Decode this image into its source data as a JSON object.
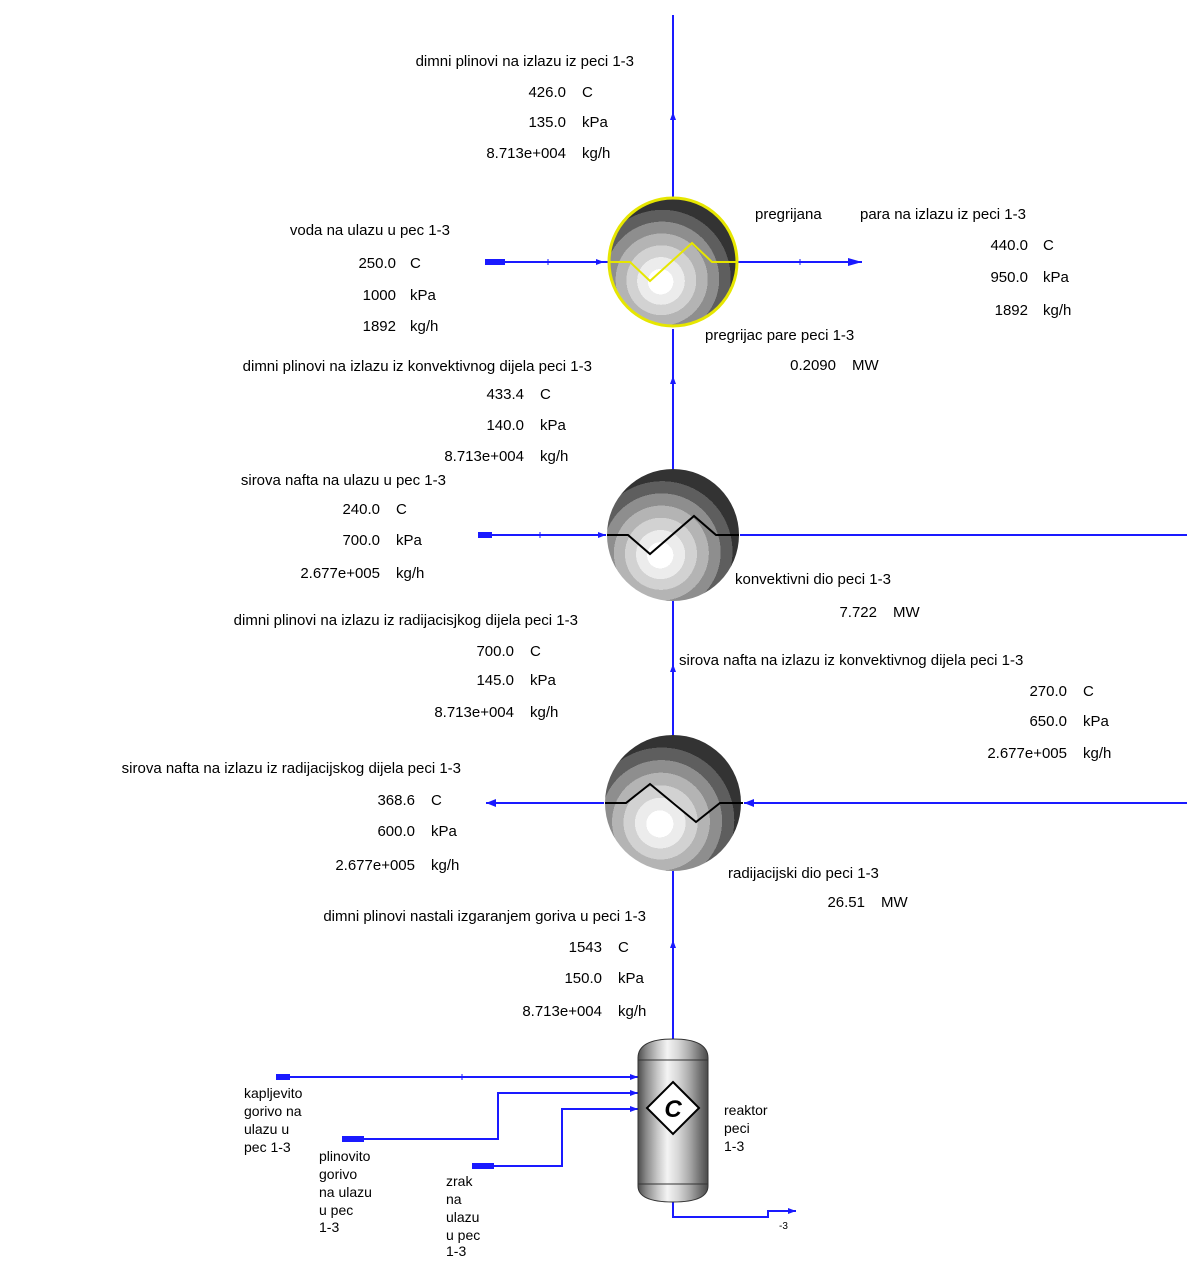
{
  "colors": {
    "stream": "#1a1aff",
    "selected": "#e6e600",
    "coil_dark": "#000000"
  },
  "streams": {
    "flue_out": {
      "name": "dimni plinovi na izlazu iz peci 1-3",
      "T": "426.0",
      "T_unit": "C",
      "P": "135.0",
      "P_unit": "kPa",
      "F": "8.713e+004",
      "F_unit": "kg/h"
    },
    "water_in": {
      "name": "voda na ulazu u pec 1-3",
      "T": "250.0",
      "T_unit": "C",
      "P": "1000",
      "P_unit": "kPa",
      "F": "1892",
      "F_unit": "kg/h"
    },
    "steam_out": {
      "name_a": "pregrijana",
      "name_b": "para na izlazu iz peci 1-3",
      "T": "440.0",
      "T_unit": "C",
      "P": "950.0",
      "P_unit": "kPa",
      "F": "1892",
      "F_unit": "kg/h"
    },
    "flue_conv_out": {
      "name": "dimni plinovi na izlazu iz konvektivnog dijela peci 1-3",
      "T": "433.4",
      "T_unit": "C",
      "P": "140.0",
      "P_unit": "kPa",
      "F": "8.713e+004",
      "F_unit": "kg/h"
    },
    "crude_in": {
      "name": "sirova nafta na ulazu u pec 1-3",
      "T": "240.0",
      "T_unit": "C",
      "P": "700.0",
      "P_unit": "kPa",
      "F": "2.677e+005",
      "F_unit": "kg/h"
    },
    "flue_rad_out": {
      "name": "dimni plinovi na izlazu iz radijacisjkog dijela peci 1-3",
      "T": "700.0",
      "T_unit": "C",
      "P": "145.0",
      "P_unit": "kPa",
      "F": "8.713e+004",
      "F_unit": "kg/h"
    },
    "crude_conv_out": {
      "name": "sirova nafta na izlazu iz konvektivnog dijela peci 1-3",
      "T": "270.0",
      "T_unit": "C",
      "P": "650.0",
      "P_unit": "kPa",
      "F": "2.677e+005",
      "F_unit": "kg/h"
    },
    "crude_rad_out": {
      "name": "sirova nafta na izlazu iz radijacijskog dijela peci 1-3",
      "T": "368.6",
      "T_unit": "C",
      "P": "600.0",
      "P_unit": "kPa",
      "F": "2.677e+005",
      "F_unit": "kg/h"
    },
    "flue_comb": {
      "name": "dimni plinovi nastali izgaranjem goriva u peci 1-3",
      "T": "1543",
      "T_unit": "C",
      "P": "150.0",
      "P_unit": "kPa",
      "F": "8.713e+004",
      "F_unit": "kg/h"
    },
    "liquid_fuel": {
      "lines": [
        "kapljevito",
        "gorivo na",
        "ulazu u",
        "pec 1-3"
      ]
    },
    "gas_fuel": {
      "lines": [
        "plinovito",
        "gorivo",
        "na ulazu",
        "u pec",
        "1-3"
      ]
    },
    "air": {
      "lines": [
        "zrak",
        "na",
        "ulazu",
        "u pec",
        "1-3"
      ]
    },
    "bottom_out": {
      "name": "-3"
    }
  },
  "units": {
    "superheater": {
      "name": "pregrijac pare peci 1-3",
      "duty": "0.2090",
      "duty_unit": "MW"
    },
    "convective": {
      "name": "konvektivni dio peci 1-3",
      "duty": "7.722",
      "duty_unit": "MW"
    },
    "radiant": {
      "name": "radijacijski dio peci 1-3",
      "duty": "26.51",
      "duty_unit": "MW"
    },
    "reactor": {
      "lines": [
        "reaktor",
        "peci",
        "1-3"
      ],
      "symbol": "C"
    }
  }
}
